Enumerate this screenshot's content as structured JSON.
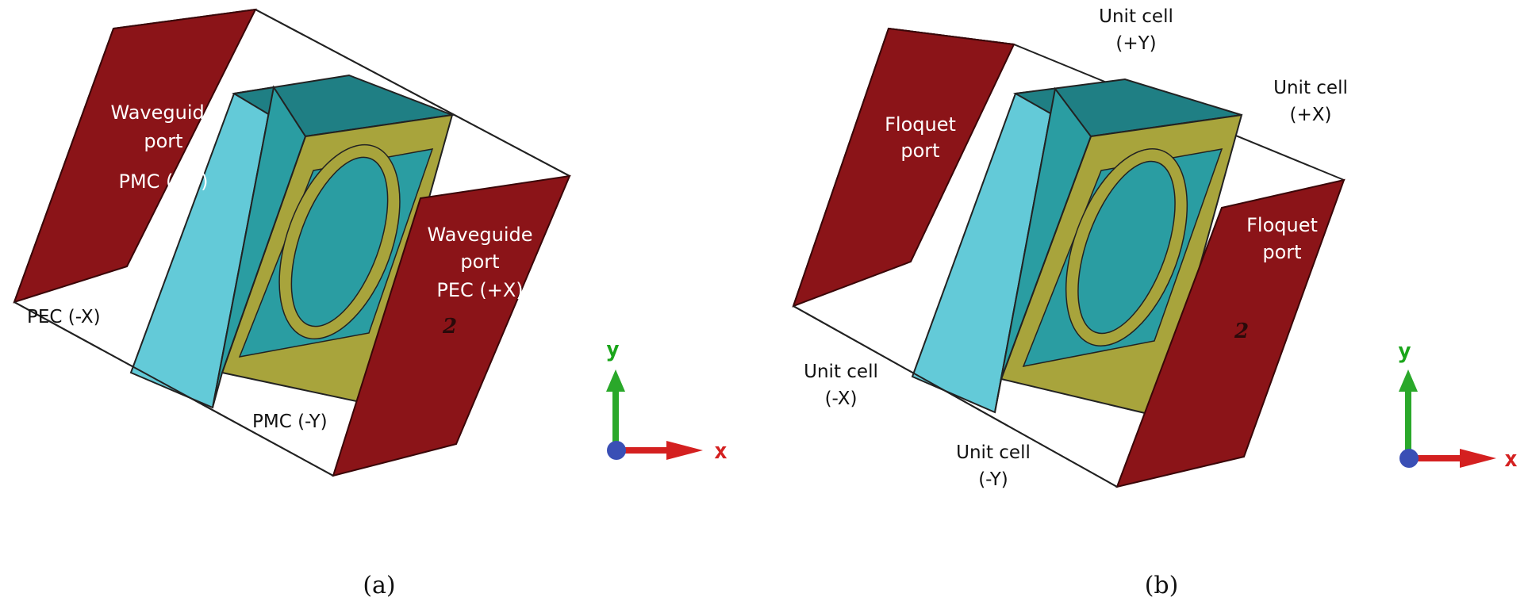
{
  "colors": {
    "port": "#8b1418",
    "substrate": "#63cad8",
    "teal": "#2a9da2",
    "teal_top": "#1f7f84",
    "metal": "#a8a43c",
    "axis_y": "#2aa82a",
    "axis_x": "#d42020",
    "axis_z": "#3a4fb5"
  },
  "panel_a": {
    "caption": "(a)",
    "port_left": [
      "Waveguide",
      "port",
      "PMC (+Y)"
    ],
    "port_right": [
      "Waveguide",
      "port",
      "PEC (+X)"
    ],
    "pec_minus_x": "PEC (-X)",
    "pmc_minus_y": "PMC (-Y)",
    "port_number": "2",
    "axis": {
      "y": "y",
      "x": "x"
    }
  },
  "panel_b": {
    "caption": "(b)",
    "port_left": [
      "Floquet",
      "port"
    ],
    "port_right": [
      "Floquet",
      "port"
    ],
    "unit_cell_plus_y": [
      "Unit cell",
      "(+Y)"
    ],
    "unit_cell_plus_x": [
      "Unit cell",
      "(+X)"
    ],
    "unit_cell_minus_x": [
      "Unit cell",
      "(-X)"
    ],
    "unit_cell_minus_y": [
      "Unit cell",
      "(-Y)"
    ],
    "port_number": "2",
    "axis": {
      "y": "y",
      "x": "x"
    }
  }
}
